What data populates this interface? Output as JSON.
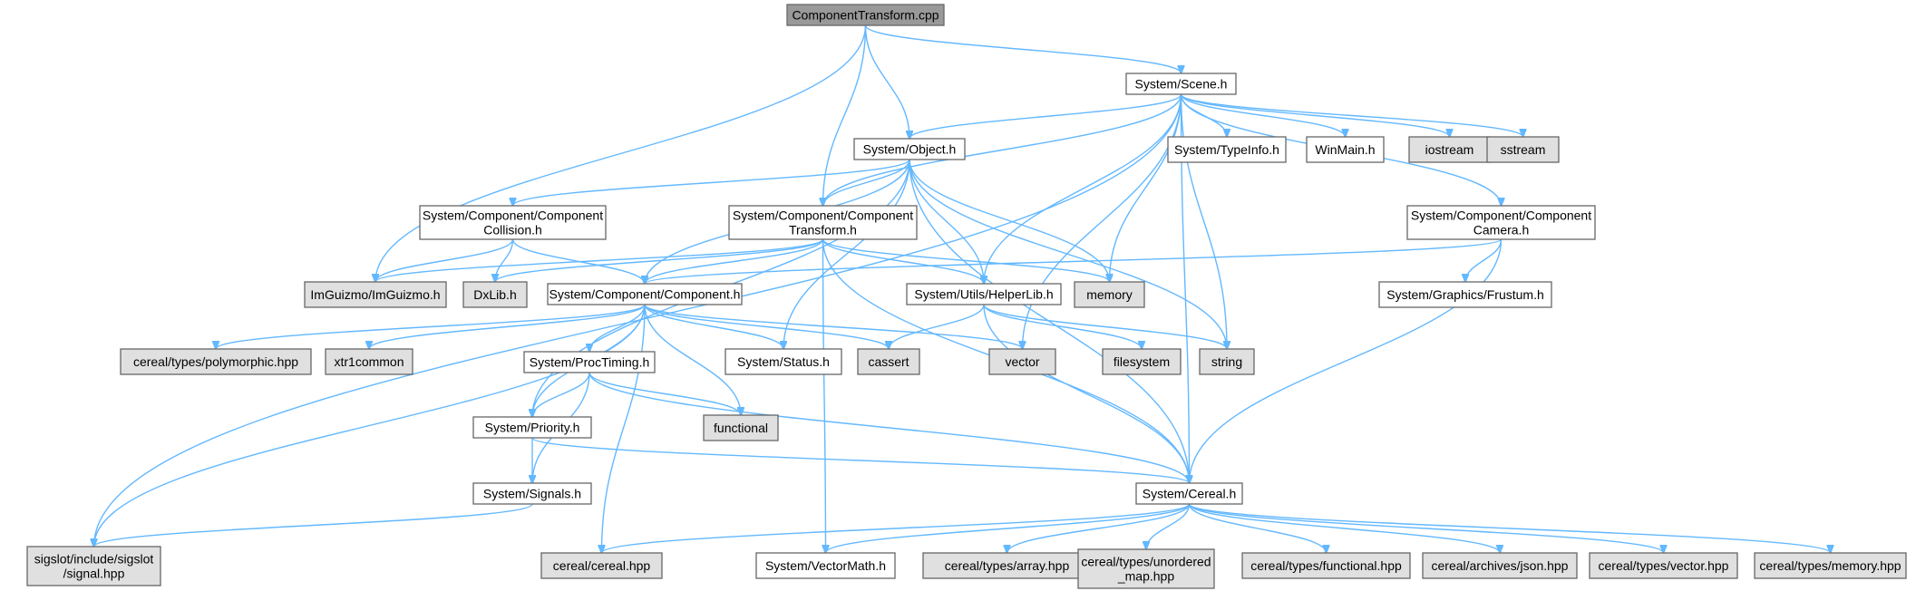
{
  "colors": {
    "edge": "#63b8ff",
    "root_fill": "#999999",
    "file_fill": "#ffffff",
    "external_fill": "#e0e0e0",
    "border": "#666666"
  },
  "nodes": [
    {
      "id": "root",
      "lines": [
        "ComponentTransform.cpp"
      ],
      "kind": "root"
    },
    {
      "id": "scene",
      "lines": [
        "System/Scene.h"
      ],
      "kind": "file"
    },
    {
      "id": "object",
      "lines": [
        "System/Object.h"
      ],
      "kind": "file"
    },
    {
      "id": "typeinfo",
      "lines": [
        "System/TypeInfo.h"
      ],
      "kind": "file"
    },
    {
      "id": "winmain",
      "lines": [
        "WinMain.h"
      ],
      "kind": "file"
    },
    {
      "id": "iostream",
      "lines": [
        "iostream"
      ],
      "kind": "external"
    },
    {
      "id": "sstream",
      "lines": [
        "sstream"
      ],
      "kind": "external"
    },
    {
      "id": "collision",
      "lines": [
        "System/Component/Component",
        "Collision.h"
      ],
      "kind": "file"
    },
    {
      "id": "comptransform",
      "lines": [
        "System/Component/Component",
        "Transform.h"
      ],
      "kind": "file"
    },
    {
      "id": "compcamera",
      "lines": [
        "System/Component/Component",
        "Camera.h"
      ],
      "kind": "file"
    },
    {
      "id": "imguizmo",
      "lines": [
        "ImGuizmo/ImGuizmo.h"
      ],
      "kind": "external"
    },
    {
      "id": "dxlib",
      "lines": [
        "DxLib.h"
      ],
      "kind": "external"
    },
    {
      "id": "component",
      "lines": [
        "System/Component/Component.h"
      ],
      "kind": "file"
    },
    {
      "id": "helperlib",
      "lines": [
        "System/Utils/HelperLib.h"
      ],
      "kind": "file"
    },
    {
      "id": "memory",
      "lines": [
        "memory"
      ],
      "kind": "external"
    },
    {
      "id": "frustum",
      "lines": [
        "System/Graphics/Frustum.h"
      ],
      "kind": "file"
    },
    {
      "id": "polymorphic",
      "lines": [
        "cereal/types/polymorphic.hpp"
      ],
      "kind": "external"
    },
    {
      "id": "xtr1common",
      "lines": [
        "xtr1common"
      ],
      "kind": "external"
    },
    {
      "id": "proctiming",
      "lines": [
        "System/ProcTiming.h"
      ],
      "kind": "file"
    },
    {
      "id": "status",
      "lines": [
        "System/Status.h"
      ],
      "kind": "file"
    },
    {
      "id": "cassert",
      "lines": [
        "cassert"
      ],
      "kind": "external"
    },
    {
      "id": "vector",
      "lines": [
        "vector"
      ],
      "kind": "external"
    },
    {
      "id": "filesystem",
      "lines": [
        "filesystem"
      ],
      "kind": "external"
    },
    {
      "id": "string",
      "lines": [
        "string"
      ],
      "kind": "external"
    },
    {
      "id": "functional",
      "lines": [
        "functional"
      ],
      "kind": "external"
    },
    {
      "id": "priority",
      "lines": [
        "System/Priority.h"
      ],
      "kind": "file"
    },
    {
      "id": "signals",
      "lines": [
        "System/Signals.h"
      ],
      "kind": "file"
    },
    {
      "id": "cereal",
      "lines": [
        "System/Cereal.h"
      ],
      "kind": "file"
    },
    {
      "id": "sigslot",
      "lines": [
        "sigslot/include/sigslot",
        "/signal.hpp"
      ],
      "kind": "external"
    },
    {
      "id": "cerealhpp",
      "lines": [
        "cereal/cereal.hpp"
      ],
      "kind": "external"
    },
    {
      "id": "vectormath",
      "lines": [
        "System/VectorMath.h"
      ],
      "kind": "file"
    },
    {
      "id": "array",
      "lines": [
        "cereal/types/array.hpp"
      ],
      "kind": "external"
    },
    {
      "id": "unorderedmap",
      "lines": [
        "cereal/types/unordered",
        "_map.hpp"
      ],
      "kind": "external"
    },
    {
      "id": "cfunctional",
      "lines": [
        "cereal/types/functional.hpp"
      ],
      "kind": "external"
    },
    {
      "id": "json",
      "lines": [
        "cereal/archives/json.hpp"
      ],
      "kind": "external"
    },
    {
      "id": "cvector",
      "lines": [
        "cereal/types/vector.hpp"
      ],
      "kind": "external"
    },
    {
      "id": "cmemory",
      "lines": [
        "cereal/types/memory.hpp"
      ],
      "kind": "external"
    }
  ],
  "edges": [
    [
      "root",
      "scene"
    ],
    [
      "root",
      "object"
    ],
    [
      "root",
      "comptransform"
    ],
    [
      "root",
      "imguizmo"
    ],
    [
      "scene",
      "object"
    ],
    [
      "scene",
      "typeinfo"
    ],
    [
      "scene",
      "winmain"
    ],
    [
      "scene",
      "iostream"
    ],
    [
      "scene",
      "sstream"
    ],
    [
      "scene",
      "comptransform"
    ],
    [
      "scene",
      "compcamera"
    ],
    [
      "scene",
      "helperlib"
    ],
    [
      "scene",
      "memory"
    ],
    [
      "scene",
      "vector"
    ],
    [
      "scene",
      "string"
    ],
    [
      "scene",
      "cereal"
    ],
    [
      "scene",
      "sigslot"
    ],
    [
      "object",
      "collision"
    ],
    [
      "object",
      "comptransform"
    ],
    [
      "object",
      "component"
    ],
    [
      "object",
      "helperlib"
    ],
    [
      "object",
      "memory"
    ],
    [
      "object",
      "status"
    ],
    [
      "object",
      "string"
    ],
    [
      "object",
      "priority"
    ],
    [
      "object",
      "cereal"
    ],
    [
      "collision",
      "imguizmo"
    ],
    [
      "collision",
      "dxlib"
    ],
    [
      "collision",
      "component"
    ],
    [
      "comptransform",
      "imguizmo"
    ],
    [
      "comptransform",
      "dxlib"
    ],
    [
      "comptransform",
      "component"
    ],
    [
      "comptransform",
      "helperlib"
    ],
    [
      "comptransform",
      "memory"
    ],
    [
      "comptransform",
      "cereal"
    ],
    [
      "comptransform",
      "vectormath"
    ],
    [
      "compcamera",
      "component"
    ],
    [
      "compcamera",
      "frustum"
    ],
    [
      "compcamera",
      "cereal"
    ],
    [
      "component",
      "polymorphic"
    ],
    [
      "component",
      "xtr1common"
    ],
    [
      "component",
      "proctiming"
    ],
    [
      "component",
      "status"
    ],
    [
      "component",
      "cassert"
    ],
    [
      "component",
      "vector"
    ],
    [
      "component",
      "functional"
    ],
    [
      "component",
      "priority"
    ],
    [
      "component",
      "sigslot"
    ],
    [
      "component",
      "cerealhpp"
    ],
    [
      "helperlib",
      "cassert"
    ],
    [
      "helperlib",
      "filesystem"
    ],
    [
      "helperlib",
      "string"
    ],
    [
      "helperlib",
      "cereal"
    ],
    [
      "proctiming",
      "priority"
    ],
    [
      "proctiming",
      "functional"
    ],
    [
      "proctiming",
      "signals"
    ],
    [
      "proctiming",
      "cereal"
    ],
    [
      "priority",
      "signals"
    ],
    [
      "priority",
      "cereal"
    ],
    [
      "signals",
      "sigslot"
    ],
    [
      "cereal",
      "cerealhpp"
    ],
    [
      "cereal",
      "vectormath"
    ],
    [
      "cereal",
      "array"
    ],
    [
      "cereal",
      "unorderedmap"
    ],
    [
      "cereal",
      "cfunctional"
    ],
    [
      "cereal",
      "json"
    ],
    [
      "cereal",
      "cvector"
    ],
    [
      "cereal",
      "cmemory"
    ]
  ]
}
